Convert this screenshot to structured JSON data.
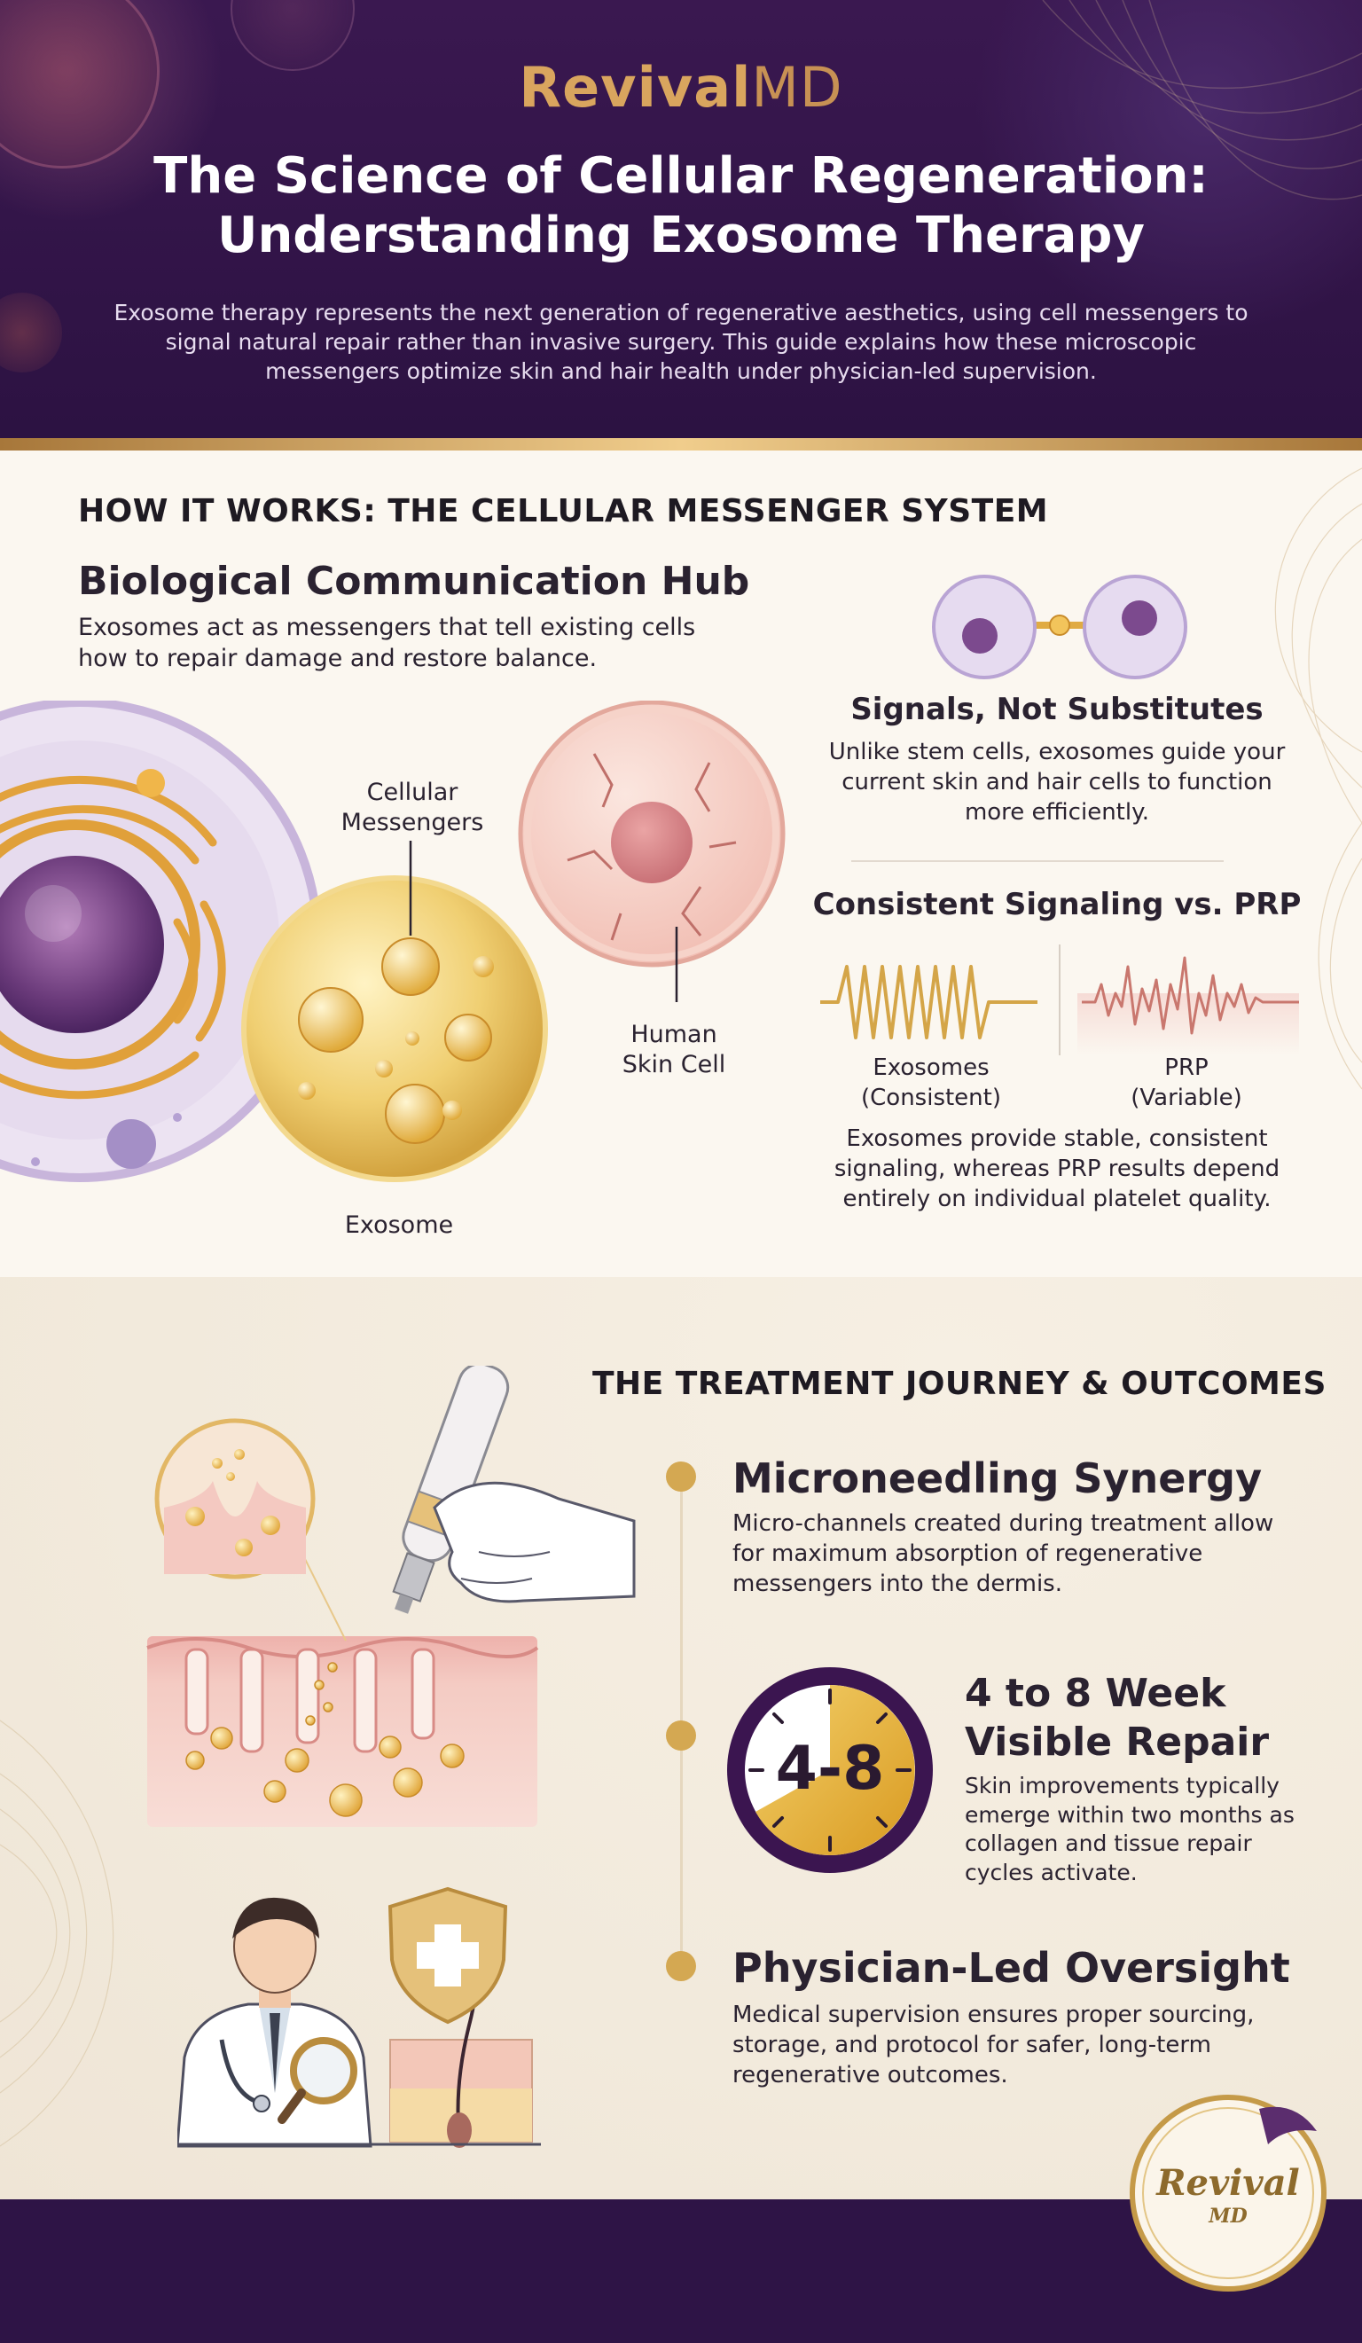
{
  "header": {
    "brand_bold": "Revival",
    "brand_light": "MD",
    "title_line1": "The Science of Cellular Regeneration:",
    "title_line2": "Understanding Exosome Therapy",
    "intro": "Exosome therapy represents the next generation of regenerative aesthetics, using cell messengers to signal natural repair rather than invasive surgery. This guide explains how these microscopic messengers optimize skin and hair health under physician-led supervision."
  },
  "how_it_works": {
    "heading": "HOW IT WORKS: THE CELLULAR MESSENGER SYSTEM",
    "hub_title": "Biological Communication Hub",
    "hub_text": "Exosomes act as messengers that tell existing cells how to repair damage and restore balance.",
    "labels": {
      "messengers_line1": "Cellular",
      "messengers_line2": "Messengers",
      "skin_line1": "Human",
      "skin_line2": "Skin Cell",
      "exosome": "Exosome"
    },
    "signals_title": "Signals, Not Substitutes",
    "signals_text": "Unlike stem cells, exosomes guide your current skin and hair cells to function more efficiently.",
    "consistent_title": "Consistent Signaling vs. PRP",
    "exosomes_label_line1": "Exosomes",
    "exosomes_label_line2": "(Consistent)",
    "prp_label_line1": "PRP",
    "prp_label_line2": "(Variable)",
    "consistent_text": "Exosomes provide stable, consistent signaling, whereas PRP results depend entirely on individual platelet quality."
  },
  "journey": {
    "heading": "THE TREATMENT JOURNEY & OUTCOMES",
    "steps": [
      {
        "title": "Microneedling Synergy",
        "text": "Micro-channels created during treatment allow for maximum absorption of regenerative messengers into the dermis."
      },
      {
        "title_line1": "4 to 8 Week",
        "title_line2": "Visible Repair",
        "clock_label": "4-8",
        "text": "Skin improvements typically emerge within two months as collagen and tissue repair cycles activate."
      },
      {
        "title": "Physician-Led Oversight",
        "text": "Medical supervision ensures proper sourcing, storage, and protocol for safer, long-term regenerative outcomes."
      }
    ]
  },
  "seal": {
    "line1": "Revival",
    "line2": "MD"
  },
  "colors": {
    "header_purple": "#2c1242",
    "gold": "#d4a852",
    "text_dark": "#2a2230"
  }
}
